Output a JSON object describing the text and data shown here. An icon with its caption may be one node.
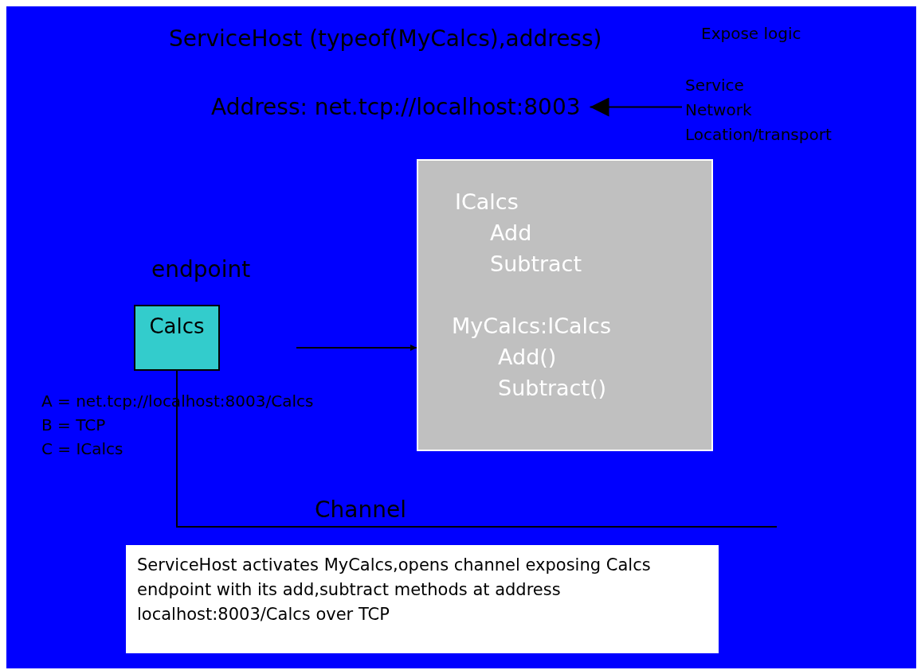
{
  "diagram": {
    "nodes": [
      {
        "text": [
          "Address: net.tcp://localhost:8003"
        ]
      },
      {
        "text": [
          "Service Network Location/transport"
        ]
      },
      {
        "text": [
          "endpoint",
          "Calcs"
        ]
      },
      {
        "text": [
          "ICalcs Add Subtract",
          "MyCalcs:ICalcs Add() Subtract()"
        ]
      },
      {
        "text": [
          "ServiceHost activates MyCalcs,opens channel exposing Calcs endpoint with its add,subtract methods at address localhost:8003/Calcs over TCP"
        ]
      }
    ],
    "edges": [
      {
        "from": 1,
        "to": 0,
        "arrow": "to"
      },
      {
        "from": null,
        "to": 3,
        "arrow": "to"
      },
      {
        "from": 2,
        "to": null,
        "arrow": "none",
        "label": "Channel"
      }
    ],
    "labels": [
      "ServiceHost (typeof(MyCalcs),address)",
      "Expose logic",
      "A = net.tcp://localhost:8003/Calcs",
      "B = TCP",
      "C = ICalcs"
    ]
  }
}
